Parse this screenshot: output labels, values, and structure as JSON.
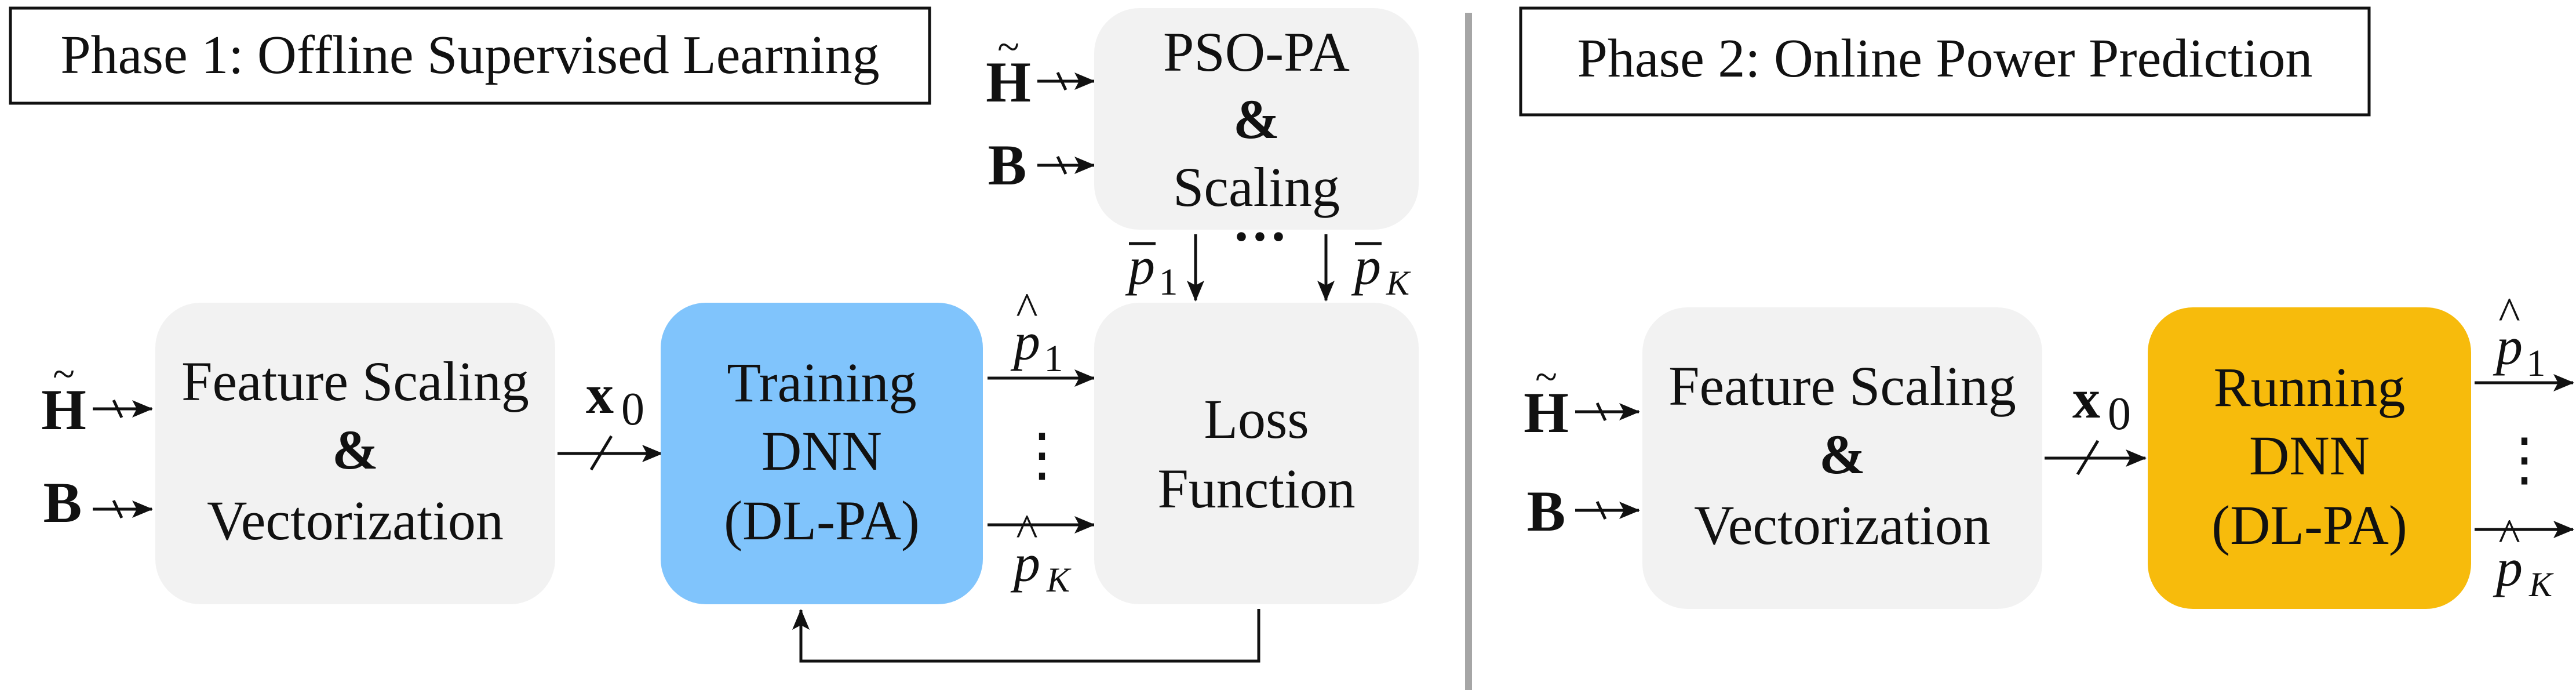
{
  "phase1": {
    "title": "Phase 1: Offline Supervised Learning",
    "inputs": {
      "h": "H",
      "h_accent": "~",
      "b": "B"
    },
    "feature_box": {
      "line1": "Feature Scaling",
      "line2": "&",
      "line3": "Vectorization"
    },
    "x0": {
      "base": "x",
      "sub": "0"
    },
    "training_box": {
      "line1": "Training",
      "line2": "DNN",
      "line3": "(DL-PA)"
    },
    "p_hat_1": {
      "base": "p",
      "accent": "^",
      "sub": "1"
    },
    "p_hat_k": {
      "base": "p",
      "accent": "^",
      "sub": "K"
    },
    "vdots": "⋮",
    "loss_box": {
      "line1": "Loss",
      "line2": "Function"
    },
    "pso_inputs": {
      "h": "H",
      "h_accent": "~",
      "b": "B"
    },
    "pso_box": {
      "line1": "PSO-PA",
      "line2": "&",
      "line3": "Scaling"
    },
    "p_bar_1": {
      "base": "p",
      "accent": "¯",
      "sub": "1"
    },
    "p_bar_k": {
      "base": "p",
      "accent": "¯",
      "sub": "K"
    },
    "hdots": "···"
  },
  "phase2": {
    "title": "Phase 2: Online Power Prediction",
    "inputs": {
      "h": "H",
      "h_accent": "~",
      "b": "B"
    },
    "feature_box": {
      "line1": "Feature Scaling",
      "line2": "&",
      "line3": "Vectorization"
    },
    "x0": {
      "base": "x",
      "sub": "0"
    },
    "running_box": {
      "line1": "Running",
      "line2": "DNN",
      "line3": "(DL-PA)"
    },
    "p_hat_1": {
      "base": "p",
      "accent": "^",
      "sub": "1"
    },
    "p_hat_k": {
      "base": "p",
      "accent": "^",
      "sub": "K"
    },
    "vdots": "⋮"
  },
  "colors": {
    "box_gray": "#f2f2f2",
    "training_blue": "#80c4fc",
    "running_orange": "#f7bb0c",
    "line": "#111111",
    "divider": "#a6a6a6"
  }
}
